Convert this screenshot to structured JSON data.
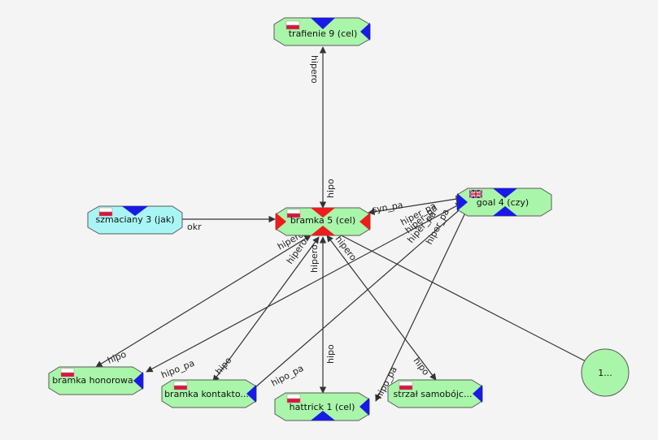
{
  "colors": {
    "background": "#f4f4f4",
    "node_fill": "#a9f5a9",
    "node_fill_alt": "#a9f5f5",
    "node_stroke": "#5a5a5a",
    "edge": "#333333",
    "marker_blue": "#1a1ae6",
    "marker_red": "#ee1c1c"
  },
  "nodes": [
    {
      "id": "trafienie",
      "label": "trafienie 9 (cel)",
      "flag": "poland-flag-icon"
    },
    {
      "id": "bramka5",
      "label": "bramka 5 (cel)",
      "flag": "poland-flag-icon"
    },
    {
      "id": "szmaciany",
      "label": "szmaciany 3 (jak)",
      "flag": "poland-flag-icon"
    },
    {
      "id": "goal4",
      "label": "goal 4 (czy)",
      "flag": "uk-flag-icon"
    },
    {
      "id": "honorowa",
      "label": "bramka honorowa",
      "flag": "poland-flag-icon"
    },
    {
      "id": "kontakt",
      "label": "bramka kontakto...",
      "flag": "poland-flag-icon"
    },
    {
      "id": "hattrick",
      "label": "hattrick 1 (cel)",
      "flag": "poland-flag-icon"
    },
    {
      "id": "strzal",
      "label": "strzał samobójc...",
      "flag": "poland-flag-icon"
    },
    {
      "id": "more",
      "label": "1..."
    }
  ],
  "edges": [
    {
      "label": "hipero"
    },
    {
      "label": "hipo"
    },
    {
      "label": "okr"
    },
    {
      "label": "syn_pa"
    },
    {
      "label": "hiper_pa"
    },
    {
      "label": "hiper_pa"
    },
    {
      "label": "hiper_pa"
    },
    {
      "label": "hiper_pa"
    },
    {
      "label": "hipero"
    },
    {
      "label": "hipero"
    },
    {
      "label": "hipero"
    },
    {
      "label": "hipero"
    },
    {
      "label": "hipo"
    },
    {
      "label": "hipo"
    },
    {
      "label": "hipo"
    },
    {
      "label": "hipo"
    },
    {
      "label": "hipo_pa"
    },
    {
      "label": "hipo_pa"
    },
    {
      "label": "hipo_pa"
    },
    {
      "label": ""
    }
  ]
}
